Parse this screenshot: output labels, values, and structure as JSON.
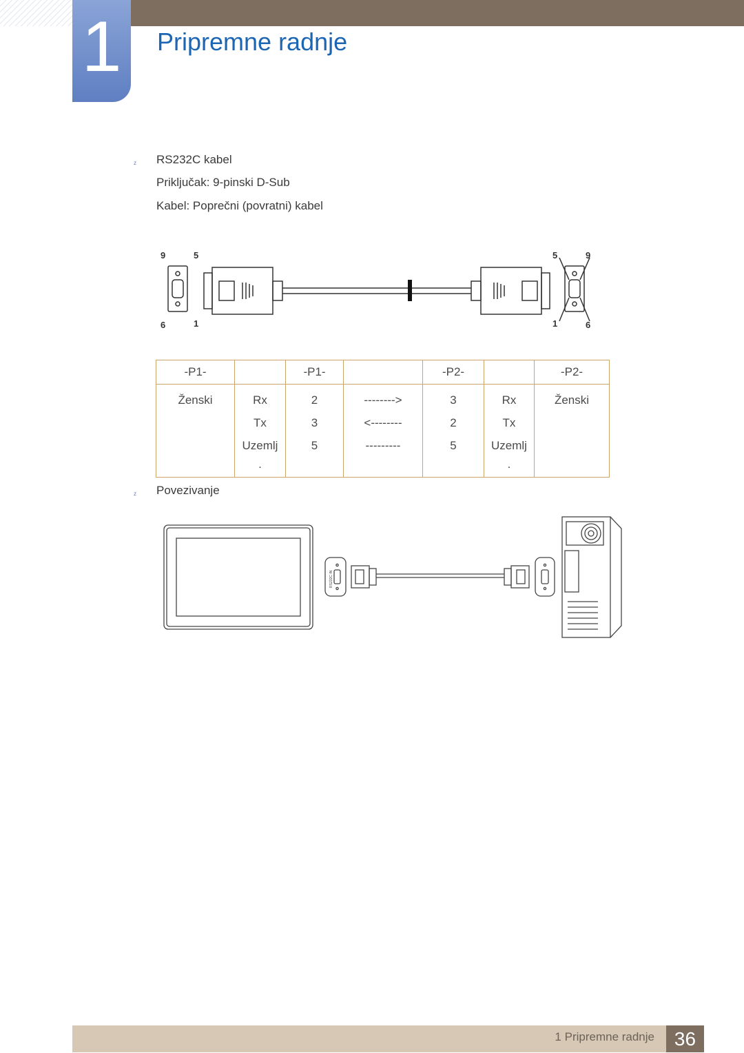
{
  "header": {
    "chapter_number": "1",
    "chapter_title": "Pripremne radnje"
  },
  "bullet_marker": "z",
  "cable_info": {
    "line1": "RS232C kabel",
    "line2": "Priključak: 9-pinski D-Sub",
    "line3": "Kabel: Poprečni (povratni) kabel"
  },
  "diagram_labels": {
    "left_top_a": "9",
    "left_top_b": "5",
    "left_bottom_a": "6",
    "left_bottom_b": "1",
    "right_top_a": "5",
    "right_top_b": "9",
    "right_bottom_a": "1",
    "right_bottom_b": "6"
  },
  "pin_table": {
    "headers": [
      "-P1-",
      "",
      "-P1-",
      "",
      "-P2-",
      "",
      "-P2-"
    ],
    "col1": [
      "Ženski"
    ],
    "col2": [
      "Rx",
      "Tx",
      "Uzemlj",
      "."
    ],
    "col3": [
      "2",
      "3",
      "5"
    ],
    "col4": [
      "-------->",
      "<--------",
      "---------"
    ],
    "col5": [
      "3",
      "2",
      "5"
    ],
    "col6": [
      "Rx",
      "Tx",
      "Uzemlj",
      "."
    ],
    "col7": [
      "Ženski"
    ]
  },
  "connection": {
    "label": "Povezivanje",
    "port_label": "RS232C IN"
  },
  "footer": {
    "chapter_ref": "1 Pripremne radnje",
    "page_number": "36"
  },
  "colors": {
    "title_blue": "#1c66b4",
    "band_brown": "#7d6e60",
    "footer_beige": "#d6c8b5",
    "table_border": "#c9a56c"
  }
}
